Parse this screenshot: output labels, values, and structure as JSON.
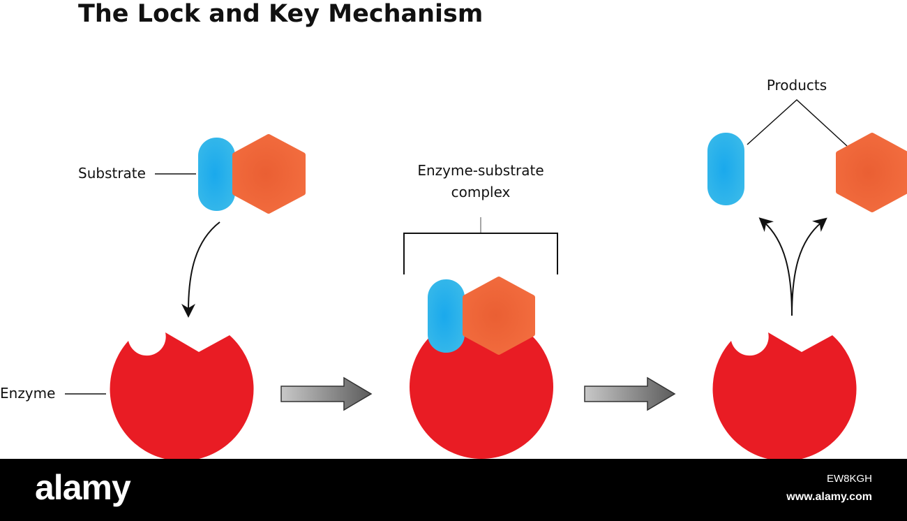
{
  "title": "The Lock and Key Mechanism",
  "labels": {
    "substrate": "Substrate",
    "enzyme": "Enzyme",
    "complex_line1": "Enzyme-substrate",
    "complex_line2": "complex",
    "products": "Products"
  },
  "colors": {
    "enzyme": "#e91c24",
    "substrate_blue": "#2fb2ea",
    "substrate_orange": "#f0653a",
    "arrow_gray": "#7a7a7a"
  },
  "footer": {
    "brand": "alamy",
    "image_id": "EW8KGH",
    "site": "www.alamy.com"
  }
}
